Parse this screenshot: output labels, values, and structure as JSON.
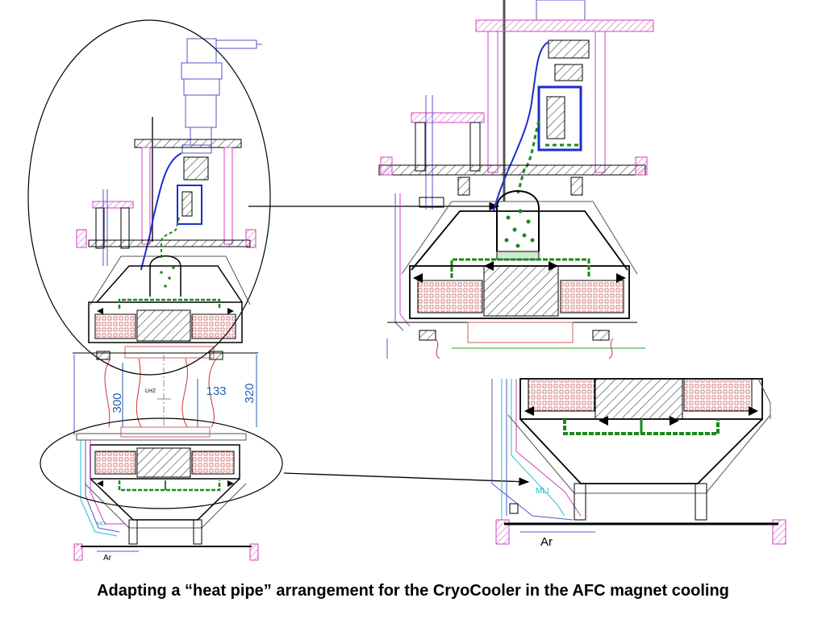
{
  "caption": "Adapting a “heat pipe” arrangement for the CryoCooler in the AFC magnet cooling",
  "dimensions": {
    "left": "300",
    "middle": "133",
    "right": "320"
  },
  "labels": {
    "lh2": "LH2",
    "mli_left": "MLI",
    "mli_right": "MLI",
    "ar_left": "Ar",
    "ar_right": "Ar"
  },
  "colors": {
    "outline": "#000000",
    "cryocooler": "#5555cc",
    "heat_pipe_line": "#1a2ecc",
    "flange": "#d040c0",
    "heat_pipe_fill": "#1a8a1a",
    "coil_hatch": "#d06060",
    "dimension": "#1f5fb5",
    "mli": "#20c0d0"
  }
}
